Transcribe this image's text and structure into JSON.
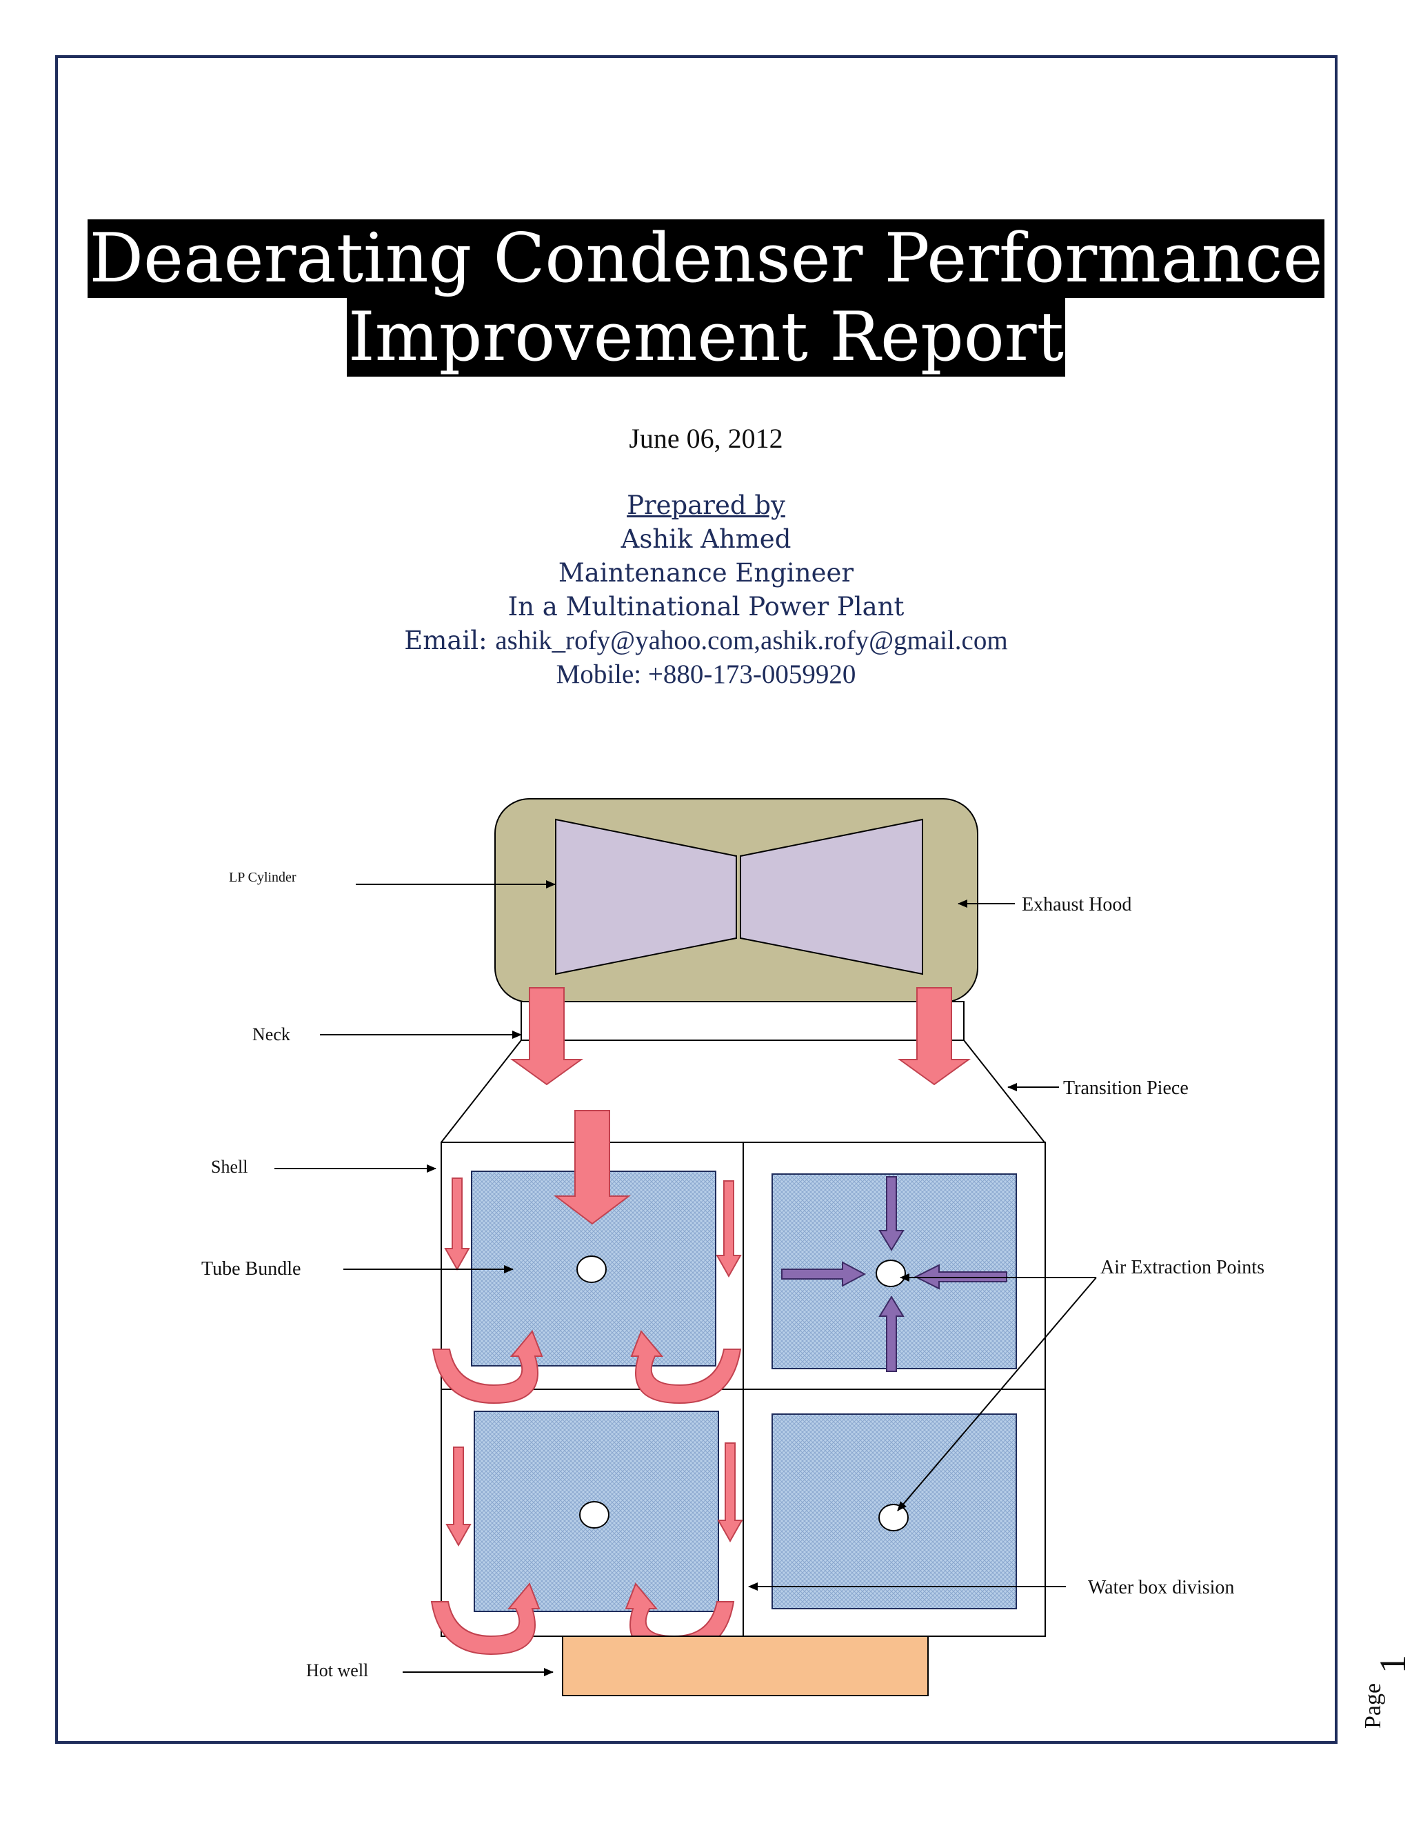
{
  "document": {
    "title_line1": "Deaerating Condenser Performance",
    "title_line2": "Improvement Report",
    "date": "June 06, 2012",
    "prepared_by_label": "Prepared by",
    "author_name": "Ashik Ahmed",
    "author_role": "Maintenance Engineer",
    "author_org": "In a Multinational Power Plant",
    "email_label": "Email:",
    "email_value": "ashik_rofy@yahoo.com,ashik.rofy@gmail.com",
    "mobile": "Mobile: +880-173-0059920",
    "page_label": "Page",
    "page_number": "1"
  },
  "diagram": {
    "labels": {
      "lp_cylinder": "LP Cylinder",
      "exhaust_hood": "Exhaust Hood",
      "neck": "Neck",
      "transition_piece": "Transition Piece",
      "shell": "Shell",
      "tube_bundle": "Tube Bundle",
      "air_extraction_points": "Air Extraction Points",
      "water_box_division": "Water box division",
      "hot_well": "Hot well"
    },
    "colors": {
      "exhaust_hood_fill": "#c4be97",
      "lp_cylinder_fill": "#cdc3da",
      "tube_bundle_fill": "#b8cfe8",
      "steam_arrow_fill": "#f47c86",
      "air_arrow_fill": "#8a6bb0",
      "hot_well_fill": "#f8c08e",
      "border": "#1f2d5c"
    }
  }
}
